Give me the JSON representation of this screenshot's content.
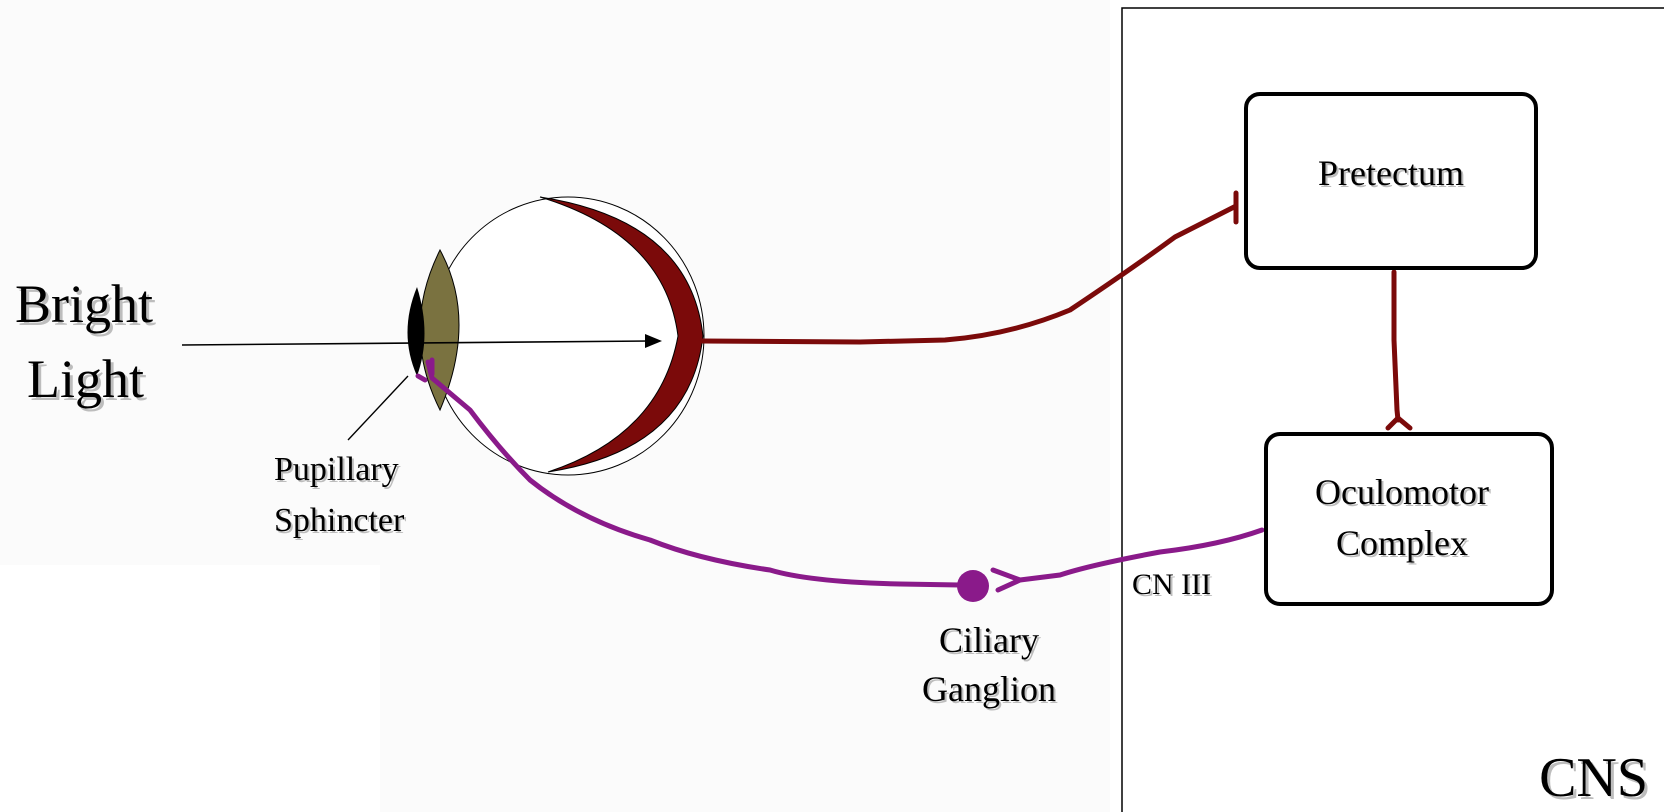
{
  "labels": {
    "stimulus_line1": "Bright",
    "stimulus_line2": "Light",
    "sphincter_line1": "Pupillary",
    "sphincter_line2": "Sphincter",
    "ganglion_line1": "Ciliary",
    "ganglion_line2": "Ganglion",
    "nerve": "CN III",
    "pretectum": "Pretectum",
    "oculomotor_line1": "Oculomotor",
    "oculomotor_line2": "Complex",
    "cns": "CNS"
  },
  "colors": {
    "afferent_pathway": "#7b0a0a",
    "efferent_pathway": "#8a1a8a",
    "iris": "#7a7240",
    "pupil": "#000000",
    "retina": "#7b0a0a"
  }
}
